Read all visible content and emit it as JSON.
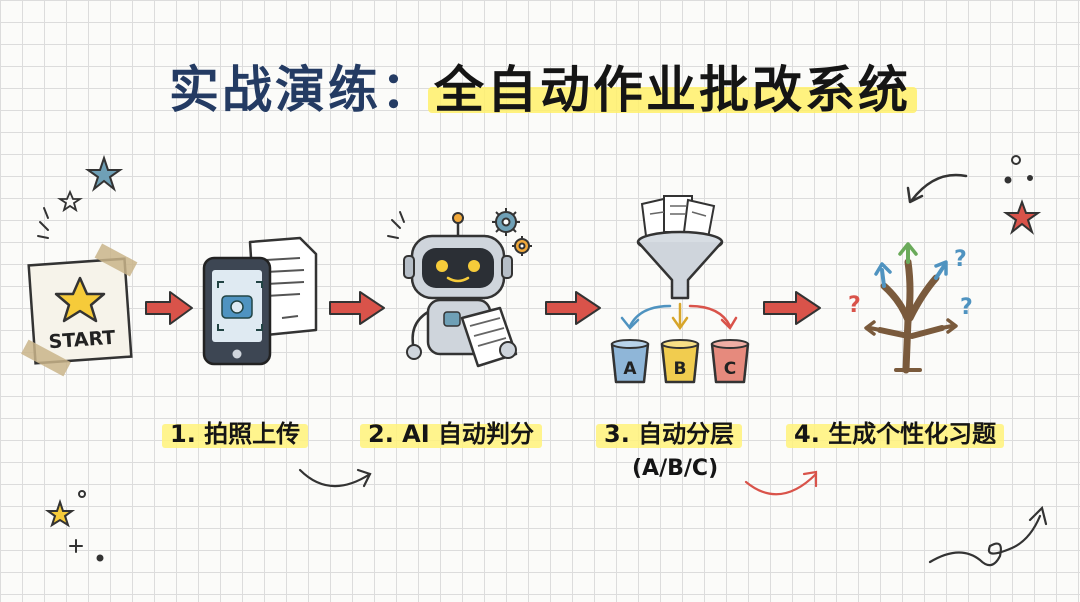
{
  "title": {
    "prefix": "实战演练：",
    "main": "全自动作业批改系统"
  },
  "start_card": {
    "label": "START"
  },
  "steps": [
    {
      "label": "1. 拍照上传",
      "sub": ""
    },
    {
      "label": "2. AI 自动判分",
      "sub": ""
    },
    {
      "label": "3. 自动分层",
      "sub": "(A/B/C)"
    },
    {
      "label": "4. 生成个性化习题",
      "sub": ""
    }
  ],
  "buckets": [
    "A",
    "B",
    "C"
  ],
  "colors": {
    "arrow": "#d9534a",
    "highlight": "#fff27a",
    "bucket_a": "#8fb6d8",
    "bucket_b": "#f1cc4f",
    "bucket_c": "#e68a7d",
    "star": "#f6cb3a",
    "robot": "#cfd5dc"
  },
  "icons": [
    "star-icon",
    "phone-camera-icon",
    "document-icon",
    "robot-icon",
    "gear-icon",
    "funnel-icon",
    "bucket-icon",
    "branching-tree-icon",
    "question-mark-icon",
    "arrow-right-icon"
  ]
}
